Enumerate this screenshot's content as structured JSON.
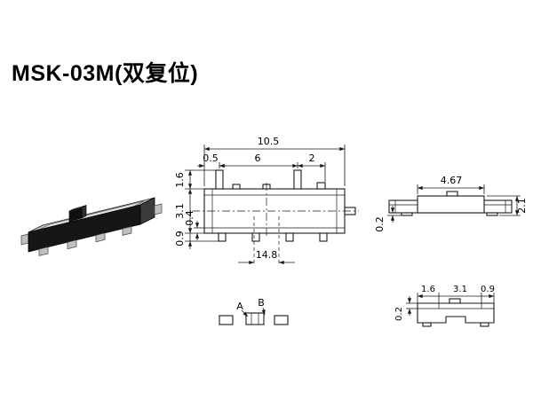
{
  "title": "MSK-03M(双复位)",
  "front_view": {
    "dim_total_width": "10.5",
    "dim_post_offset": "0.5",
    "dim_post_pitch": "6",
    "dim_post_to_end": "2",
    "dim_post_height": "1.6",
    "dim_body_height": "3.1",
    "dim_base_step": "0.4",
    "dim_pin_height": "0.9",
    "dim_travel": "14.8"
  },
  "side_view": {
    "dim_block_length": "4.67",
    "dim_height": "2.1",
    "dim_foot_thickness": "0.2"
  },
  "pad_view": {
    "label_a": "A",
    "label_b": "B"
  },
  "end_view": {
    "dim_w1": "1.6",
    "dim_w2": "3.1",
    "dim_w3": "0.9",
    "dim_plate": "0.2"
  }
}
